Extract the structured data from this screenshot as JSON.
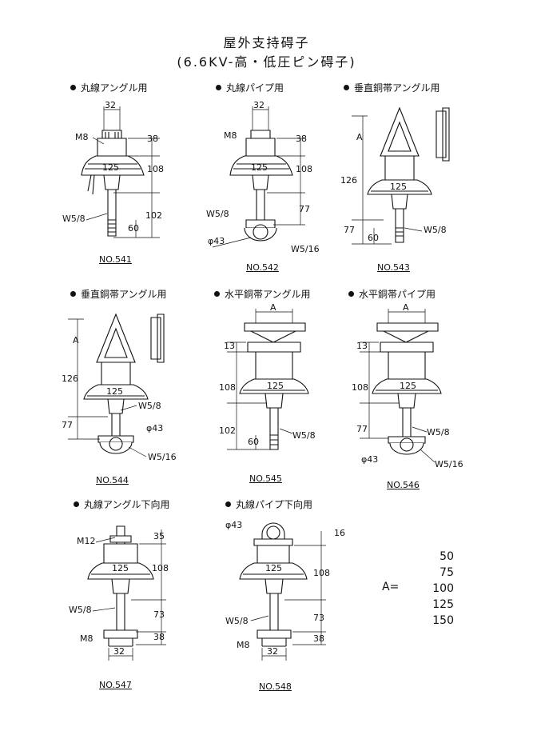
{
  "title_line1": "屋外支持碍子",
  "title_line2": "(6.6KV-高・低圧ピン碍子)",
  "figures": [
    {
      "heading": "丸線アングル用",
      "model": "NO.541",
      "labels": {
        "top_width": "32",
        "bolt": "M8",
        "cap": "38",
        "dia": "125",
        "body": "108",
        "pin": "W5/8",
        "pin_len": "102",
        "thread": "60"
      }
    },
    {
      "heading": "丸線パイプ用",
      "model": "NO.542",
      "labels": {
        "top_width": "32",
        "bolt": "M8",
        "cap": "38",
        "dia": "125",
        "body": "108",
        "pin": "W5/8",
        "pin_len": "77",
        "clamp_dia": "φ43",
        "clamp_bolt": "W5/16"
      }
    },
    {
      "heading": "垂直銅帯アングル用",
      "model": "NO.543",
      "labels": {
        "a": "A",
        "upper": "126",
        "dia": "125",
        "pin_len": "77",
        "thread": "60",
        "pin": "W5/8"
      }
    },
    {
      "heading": "垂直銅帯アングル用",
      "model": "NO.544",
      "labels": {
        "a": "A",
        "upper": "126",
        "dia": "125",
        "pin_len": "77",
        "pin": "W5/8",
        "clamp_dia": "φ43",
        "clamp_bolt": "W5/16"
      }
    },
    {
      "heading": "水平銅帯アングル用",
      "model": "NO.545",
      "labels": {
        "a": "A",
        "cap": "13",
        "dia": "125",
        "body": "108",
        "pin_len": "102",
        "thread": "60",
        "pin": "W5/8"
      }
    },
    {
      "heading": "水平銅帯パイプ用",
      "model": "NO.546",
      "labels": {
        "a": "A",
        "cap": "13",
        "dia": "125",
        "body": "108",
        "pin_len": "77",
        "pin": "W5/8",
        "clamp_dia": "φ43",
        "clamp_bolt": "W5/16"
      }
    },
    {
      "heading": "丸線アングル下向用",
      "model": "NO.547",
      "labels": {
        "bolt_top": "M12",
        "cap": "35",
        "dia": "125",
        "body": "108",
        "pin": "W5/8",
        "pin_len": "73",
        "bolt": "M8",
        "base": "38",
        "bottom_width": "32"
      }
    },
    {
      "heading": "丸線パイプ下向用",
      "model": "NO.548",
      "labels": {
        "clamp_dia": "φ43",
        "cap": "16",
        "dia": "125",
        "body": "108",
        "pin": "W5/8",
        "pin_len": "73",
        "bolt": "M8",
        "base": "38",
        "bottom_width": "32"
      }
    }
  ],
  "a_options": {
    "label": "A=",
    "values": [
      "50",
      "75",
      "100",
      "125",
      "150"
    ]
  }
}
